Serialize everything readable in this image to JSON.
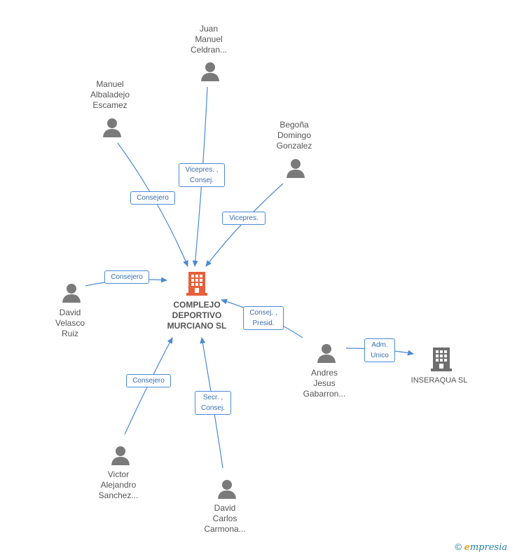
{
  "nodes": {
    "center": {
      "lines": [
        "COMPLEJO",
        "DEPORTIVO",
        "MURCIANO SL"
      ]
    },
    "juan": {
      "lines": [
        "Juan",
        "Manuel",
        "Celdran..."
      ]
    },
    "manuel": {
      "lines": [
        "Manuel",
        "Albaladejo",
        "Escamez"
      ]
    },
    "begona": {
      "lines": [
        "Begoña",
        "Domingo",
        "Gonzalez"
      ]
    },
    "david_velasco": {
      "lines": [
        "David",
        "Velasco",
        "Ruiz"
      ]
    },
    "andres": {
      "lines": [
        "Andres",
        "Jesus",
        "Gabarron..."
      ]
    },
    "inseraqua": {
      "lines": [
        "INSERAQUA SL"
      ]
    },
    "victor": {
      "lines": [
        "Victor",
        "Alejandro",
        "Sanchez..."
      ]
    },
    "david_carlos": {
      "lines": [
        "David",
        "Carlos",
        "Carmona..."
      ]
    }
  },
  "edges": {
    "juan": {
      "lines": [
        "Vicepres. ,",
        "Consej."
      ]
    },
    "manuel": {
      "lines": [
        "Consejero"
      ]
    },
    "begona": {
      "lines": [
        "Vicepres."
      ]
    },
    "david_velasco": {
      "lines": [
        "Consejero"
      ]
    },
    "andres": {
      "lines": [
        "Consej. ,",
        "Presid."
      ]
    },
    "inseraqua": {
      "lines": [
        "Adm.",
        "Unico"
      ]
    },
    "victor": {
      "lines": [
        "Consejero"
      ]
    },
    "david_carlos": {
      "lines": [
        "Secr. ,",
        "Consej."
      ]
    }
  },
  "footer": {
    "copyright": "©",
    "brand_initial": "e",
    "brand_rest": "mpresia"
  },
  "colors": {
    "edge": "#4a8ad4",
    "person": "#7a7a7a",
    "company_main": "#e8603c",
    "company_other": "#6e6e6e"
  }
}
